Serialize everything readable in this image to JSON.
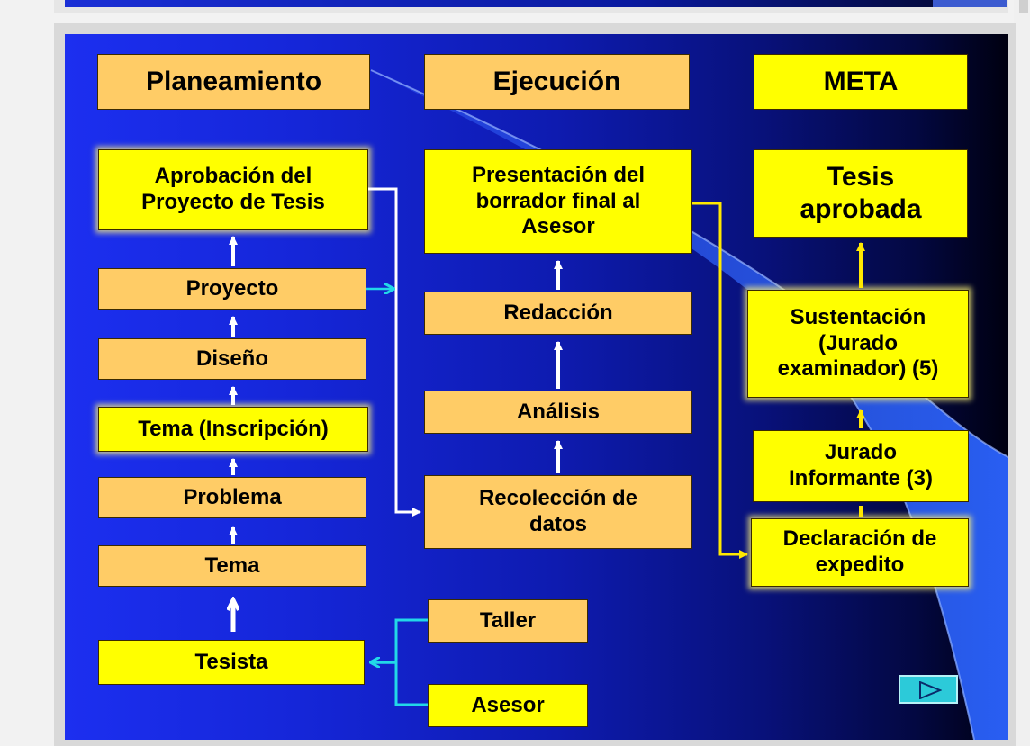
{
  "headers": {
    "planning": "Planeamiento",
    "execution": "Ejecución",
    "goal": "META"
  },
  "planning": {
    "approval": "Aprobación del\nProyecto de Tesis",
    "project": "Proyecto",
    "design": "Diseño",
    "topic_registration": "Tema (Inscripción)",
    "problem": "Problema",
    "topic": "Tema",
    "student": "Tesista"
  },
  "support": {
    "workshop": "Taller",
    "advisor": "Asesor"
  },
  "execution": {
    "draft_presentation": "Presentación del\nborrador final al\nAsesor",
    "writing": "Redacción",
    "analysis": "Análisis",
    "data_collection": "Recolección de\ndatos"
  },
  "goal": {
    "approved_thesis": "Tesis\naprobada",
    "defense": "Sustentación\n(Jurado\nexaminador) (5)",
    "reporting_jury": "Jurado\nInformante (3)",
    "clearance": "Declaración de\nexpedito"
  },
  "colors": {
    "orange_box": "#ffcc66",
    "yellow_box": "#ffff00",
    "white_arrow": "#ffffff",
    "cyan_arrow": "#22d8e8",
    "yellow_arrow": "#ffe800",
    "play_button": "#2ccad9"
  },
  "icons": {
    "next_slide": "play-triangle-icon"
  }
}
